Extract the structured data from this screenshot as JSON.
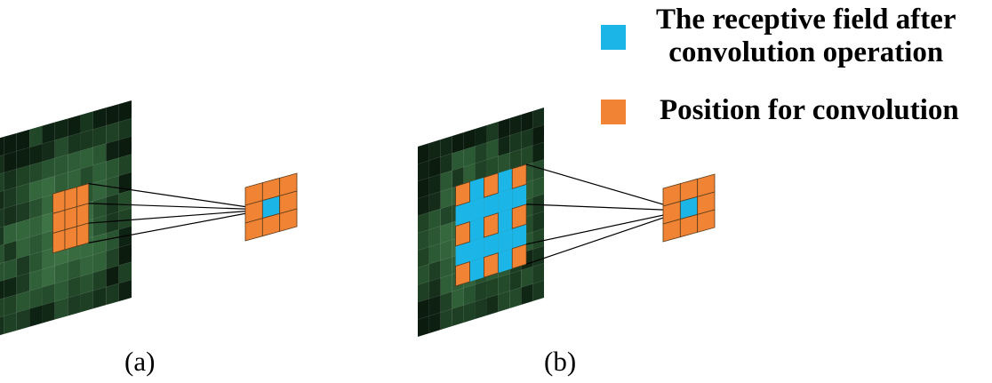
{
  "legend": [
    {
      "lines": [
        "The receptive field after",
        "convolution operation"
      ],
      "color": "#1cb5e8"
    },
    {
      "lines": [
        "Position for convolution"
      ],
      "color": "#f08434"
    }
  ],
  "panels": [
    {
      "label": "(a)",
      "sampling": "standard 3x3",
      "dilation": 1
    },
    {
      "label": "(b)",
      "sampling": "dilated 3x3",
      "dilation": 2
    }
  ],
  "colors": {
    "orange": "#f08434",
    "cyan": "#1cb5e8",
    "dark_green": "#0b1c0f",
    "mid_green": "#2c5a34",
    "light_green": "#3f7a49"
  }
}
